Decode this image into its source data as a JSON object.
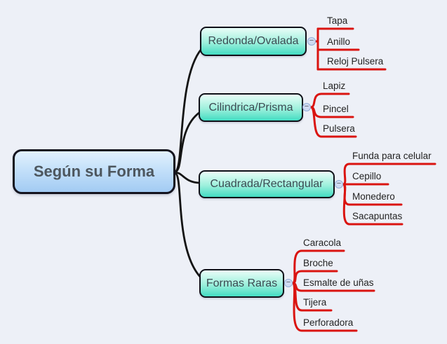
{
  "map_title": "Según su Forma",
  "colors": {
    "background": "#edf0f7",
    "root_fill_top": "#e3f1fd",
    "root_fill_bottom": "#a2cbf3",
    "topic_fill_top": "#eafdf8",
    "topic_fill_bottom": "#43dcc2",
    "topic_border": "#101018",
    "leaf_line_red": "#da1410",
    "connector_black": "#141414"
  },
  "root": {
    "label": "Según su Forma"
  },
  "collapse_glyph": "−",
  "branches": [
    {
      "label": "Redonda/Ovalada",
      "children": [
        "Tapa",
        "Anillo",
        "Reloj Pulsera"
      ]
    },
    {
      "label": "Cilindrica/Prisma",
      "children": [
        "Lapiz",
        "Pincel",
        "Pulsera"
      ]
    },
    {
      "label": "Cuadrada/Rectangular",
      "children": [
        "Funda para celular",
        "Cepillo",
        "Monedero",
        "Sacapuntas"
      ]
    },
    {
      "label": "Formas Raras",
      "children": [
        "Caracola",
        "Broche",
        "Esmalte de uñas",
        "Tijera",
        "Perforadora"
      ]
    }
  ]
}
